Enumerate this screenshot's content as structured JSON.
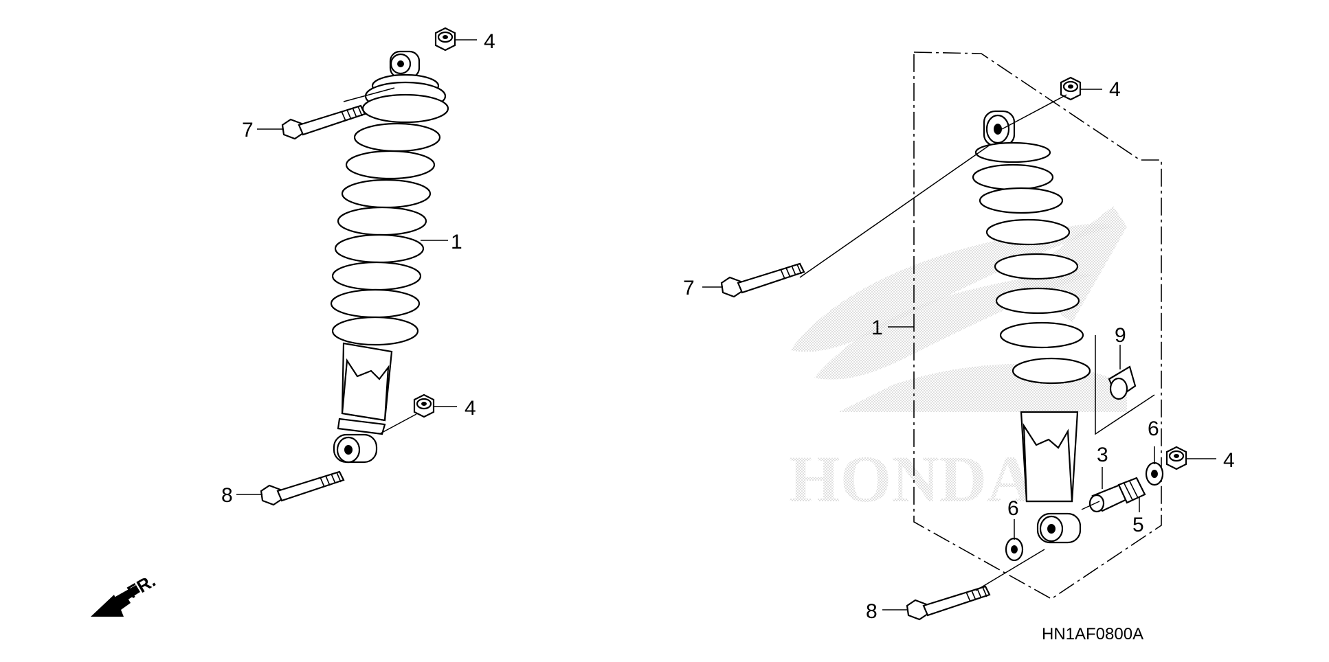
{
  "diagram": {
    "reference_code": "HN1AF0800A",
    "watermark_text": "HONDA",
    "direction_marker": "FR.",
    "left_assembly": {
      "callouts": [
        "4",
        "7",
        "1",
        "4",
        "8"
      ]
    },
    "right_assembly": {
      "callouts": [
        "4",
        "7",
        "1",
        "9",
        "6",
        "3",
        "4",
        "5",
        "6",
        "8"
      ]
    }
  },
  "colors": {
    "line": "#000000",
    "background": "#ffffff",
    "watermark": "#bdbdbd"
  }
}
